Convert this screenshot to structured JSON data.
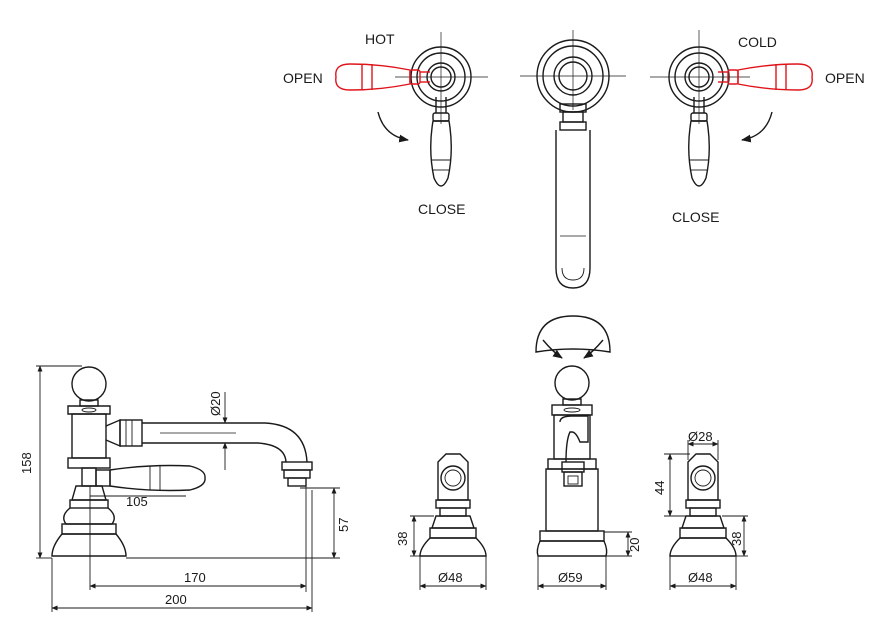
{
  "labels": {
    "hot": "HOT",
    "cold": "COLD",
    "open_left": "OPEN",
    "open_right": "OPEN",
    "close_left": "CLOSE",
    "close_right": "CLOSE"
  },
  "dimensions": {
    "d20": "Ø20",
    "h158": "158",
    "d105": "105",
    "h57": "57",
    "w170": "170",
    "w200": "200",
    "h38_left": "38",
    "d48_left": "Ø48",
    "h20": "20",
    "d59": "Ø59",
    "d28": "Ø28",
    "h44": "44",
    "h38_right": "38",
    "d48_right": "Ø48"
  },
  "colors": {
    "line": "#1a1a1a",
    "handle_accent": "#e0131a",
    "background": "#ffffff"
  }
}
